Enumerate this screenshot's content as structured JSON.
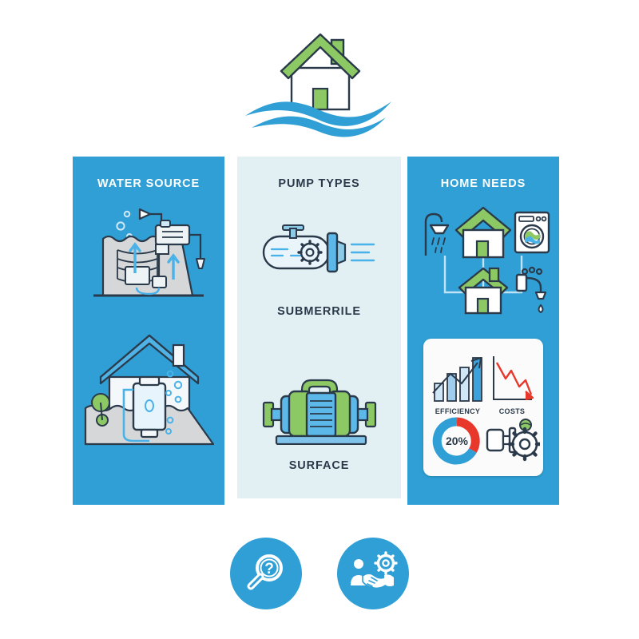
{
  "logo": {
    "name": "house-water-logo",
    "house_icon": "house-icon",
    "wave_icon": "water-wave-icon",
    "roof_color": "#8cc863",
    "wave_color": "#2f9fd6",
    "outline_color": "#2b3a4a"
  },
  "theme": {
    "panel_blue": "#2f9fd6",
    "panel_pale": "#e2f0f4",
    "green": "#8cc863",
    "outline": "#2b3a4a",
    "red": "#e8382b",
    "white": "#ffffff"
  },
  "columns": [
    {
      "id": "water-source",
      "title": "WATER SOURCE",
      "title_style": "light",
      "illustrations": [
        {
          "name": "well-with-submersible-pump-illustration"
        },
        {
          "name": "house-with-water-tank-illustration"
        }
      ]
    },
    {
      "id": "pump-types",
      "title": "PUMP TYPES",
      "title_style": "dark",
      "items": [
        {
          "name": "submersible-pump-illustration",
          "label": "SUBMERRILE"
        },
        {
          "name": "surface-pump-illustration",
          "label": "SURFACE"
        }
      ]
    },
    {
      "id": "home-needs",
      "title": "HOME NEEDS",
      "title_style": "light",
      "illustrations": [
        {
          "name": "home-water-appliances-illustration"
        }
      ]
    }
  ],
  "metric_card": {
    "name": "performance-metrics-card",
    "efficiency_label": "EFFICIENCY",
    "costs_label": "COSTS",
    "gauge_value": "20%",
    "gauge_percent": 20,
    "efficiency_bars": [
      30,
      52,
      66,
      92
    ],
    "icons": [
      "efficiency-bar-chart-icon",
      "costs-line-chart-icon",
      "percent-donut-gauge-icon",
      "pump-gear-icon"
    ]
  },
  "bottom_buttons": [
    {
      "name": "help-search-button",
      "icon": "magnifier-question-icon"
    },
    {
      "name": "partnership-service-button",
      "icon": "handshake-gear-icon"
    }
  ]
}
